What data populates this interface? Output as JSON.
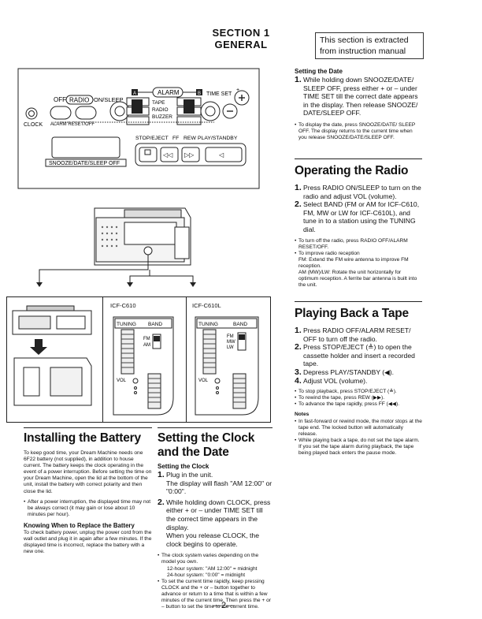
{
  "section": {
    "line1": "SECTION 1",
    "line2": "GENERAL"
  },
  "extract_note": "This section is extracted from instruction manual",
  "panel": {
    "alarm": "ALARM",
    "a": "A",
    "b": "B",
    "time_set": "TIME SET",
    "plus": "+",
    "off": "OFF",
    "radio": "RADIO",
    "on_sleep": "ON/SLEEP",
    "tape": "TAPE",
    "radio_opt": "RADIO",
    "buzzer": "BUZZER",
    "clock": "CLOCK",
    "alarm_reset_off": "ALARM RESET/OFF",
    "stop_eject": "STOP/EJECT",
    "ff": "FF",
    "rew": "REW",
    "play_standby": "PLAY/STANDBY",
    "snooze": "SNOOZE/DATE/SLEEP OFF"
  },
  "models": {
    "c610": "ICF-C610",
    "c610l": "ICF-C610L",
    "tuning": "TUNING",
    "band": "BAND",
    "fm": "FM",
    "am": "AM",
    "mw": "MW",
    "lw": "LW",
    "vol": "VOL"
  },
  "setting_date": {
    "title": "Setting the Date",
    "step1": "While holding down SNOOZE/DATE/ SLEEP OFF, press either + or – under TIME SET till the correct date appears in the display. Then release SNOOZE/ DATE/SLEEP OFF.",
    "note": "To display the date, press SNOOZE/DATE/ SLEEP OFF. The display returns to the current time when you release SNOOZE/DATE/SLEEP OFF."
  },
  "radio": {
    "title": "Operating the Radio",
    "step1": "Press RADIO ON/SLEEP to turn on the radio and adjust VOL (volume).",
    "step2": "Select BAND (FM or AM for ICF-C610, FM, MW or LW for ICF-C610L), and tune in to a station using the TUNING dial.",
    "note1": "To turn off the radio, press RADIO OFF/ALARM RESET/OFF.",
    "note2": "To improve radio reception",
    "note3": "FM: Extend the FM wire antenna to improve FM reception.",
    "note4": "AM (MW)/LW: Rotate the unit horizontally for optimum reception. A ferrite bar antenna is built into the unit."
  },
  "tape": {
    "title": "Playing Back a Tape",
    "step1": "Press RADIO OFF/ALARM RESET/ OFF to turn off the radio.",
    "step2": "Press STOP/EJECT (≜) to open the cassette holder and insert a recorded tape.",
    "step3": "Depress PLAY/STANDBY (◀).",
    "step4": "Adjust VOL (volume).",
    "b1": "To stop playback, press STOP/EJECT (≜).",
    "b2": "To rewind the tape, press REW (▶▶).",
    "b3": "To advance the tape rapidly, press FF (◀◀).",
    "notes_title": "Notes",
    "n1": "In fast-forward or rewind mode, the motor stops at the tape end. The locked button will automatically release.",
    "n2": "While playing back a tape, do not set the tape alarm. If you set the tape alarm during playback, the tape being played back enters the pause mode."
  },
  "battery": {
    "title": "Installing the Battery",
    "p1": "To keep good time, your Dream Machine needs one 6F22 battery (not supplied), in addition to house current. The battery keeps the clock operating in the event of a power interruption. Before setting the time on your Dream Machine, open the lid at the bottom of the unit, install the battery with correct polarity and then close the lid.",
    "b1": "After a power interruption, the displayed time may not be always correct (it may gain or lose about 10 minutes per hour).",
    "sub": "Knowing When to Replace the Battery",
    "p2": "To check battery power, unplug the power cord from the wall outlet and plug it in again after a few minutes. If the displayed time is incorrect, replace the battery with a new one."
  },
  "clock": {
    "title": "Setting the Clock and the Date",
    "sub": "Setting the Clock",
    "step1a": "Plug in the unit.",
    "step1b": "The display will flash \"AM 12:00\" or \"0:00\".",
    "step2a": "While holding down CLOCK, press either + or – under TIME SET till the correct time appears in the display.",
    "step2b": "When you release CLOCK, the clock begins to operate.",
    "b1": "The clock system varies depending on the model you own.",
    "b1a": "12-hour system: \"AM 12:00\" = midnight",
    "b1b": "24-hour system: \"0:00\" = midnight",
    "b2": "To set the current time rapidly, keep pressing CLOCK and the + or – button together to advance or return to a time that is within a few minutes of the current time. Then press the + or – button to set the time to the current time."
  },
  "page_number": "—2—"
}
